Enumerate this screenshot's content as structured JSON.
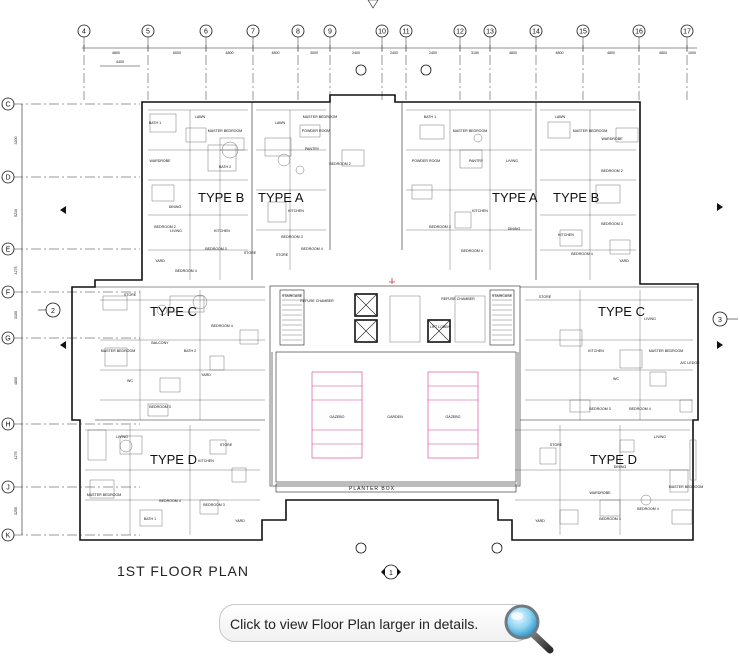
{
  "plan": {
    "title": "1ST FLOOR PLAN",
    "grid_top": [
      "4",
      "5",
      "6",
      "7",
      "8",
      "9",
      "10",
      "11",
      "12",
      "13",
      "14",
      "15",
      "16",
      "17"
    ],
    "grid_left": [
      "C",
      "D",
      "E",
      "F",
      "G",
      "H",
      "J",
      "K"
    ],
    "dims_top": [
      "4800",
      "6000",
      "4800",
      "4800",
      "3000",
      "2400",
      "2400",
      "2400",
      "3150",
      "4800",
      "4800",
      "4800",
      "4800",
      "1000"
    ],
    "dim_sub": "4400",
    "dims_left": [
      "3200",
      "5210",
      "4275",
      "3100",
      "4800",
      "4275",
      "3255"
    ],
    "side_markers": [
      "2",
      "3"
    ],
    "bottom_marker": "1",
    "unit_types": [
      "TYPE B",
      "TYPE A",
      "TYPE A",
      "TYPE B",
      "TYPE C",
      "TYPE C",
      "TYPE D",
      "TYPE D"
    ],
    "room_labels": [
      "BATH 1",
      "LAWN",
      "MASTER BEDROOM",
      "WARDROBE",
      "BATH 2",
      "POWDER ROOM",
      "PANTRY",
      "DINING",
      "LIVING",
      "KITCHEN",
      "BEDROOM 2",
      "BEDROOM 3",
      "BEDROOM 4",
      "STORE",
      "YARD",
      "BALCONY",
      "WC",
      "A/C LEDGE",
      "REFUSE CHAMBER",
      "LIFT LOBBY",
      "STAIRCASE"
    ],
    "court_labels": [
      "GAZEBO",
      "GARDEN",
      "GAZEBO"
    ],
    "planter_label": "PLANTER BOX"
  },
  "cta": {
    "label": "Click to view Floor Plan larger in details.",
    "icon": "magnifier-icon"
  }
}
